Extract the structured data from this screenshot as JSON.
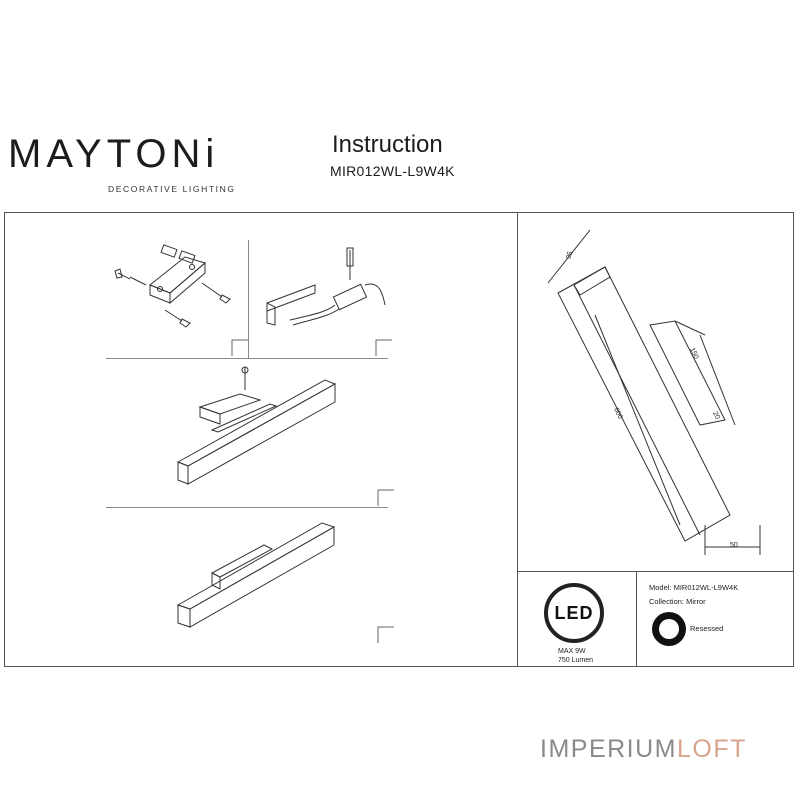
{
  "brand": {
    "name": "MAYTONi",
    "tagline": "DECORATIVE LIGHTING"
  },
  "header": {
    "title": "Instruction",
    "model": "MIR012WL-L9W4K"
  },
  "dimensions": {
    "depth": "95",
    "bracket": "150",
    "length": "600",
    "base": "20",
    "width": "50"
  },
  "specs": {
    "led_label": "LED",
    "max_power": "MAX 9W",
    "lumen": "750 Lumen",
    "model_line": "Model: MIR012WL-L9W4K",
    "collection_line": "Collection: Mirror",
    "mount_type": "Resessed"
  },
  "footer": {
    "store_main": "IMPERIUM",
    "store_accent": "LOFT"
  },
  "colors": {
    "line": "#555555",
    "footer_gray": "#8a8a8a",
    "footer_accent": "#d8a48b"
  }
}
